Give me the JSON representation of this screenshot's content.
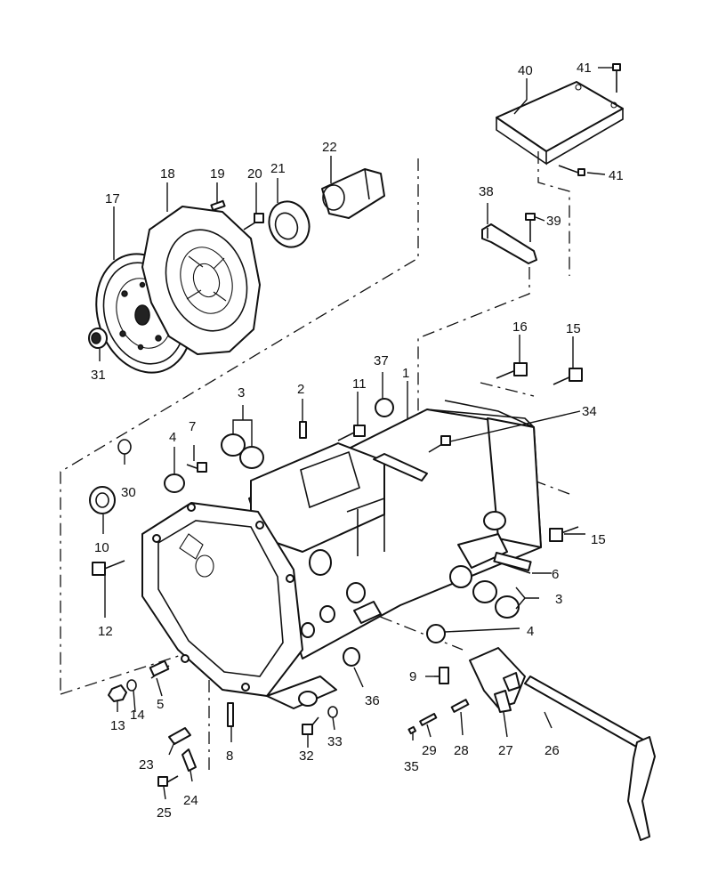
{
  "diagram": {
    "kind": "exploded parts view",
    "line_color": "#111111",
    "background": "#ffffff",
    "callouts": [
      "1",
      "2",
      "3",
      "3",
      "4",
      "4",
      "5",
      "6",
      "7",
      "8",
      "9",
      "10",
      "11",
      "12",
      "13",
      "14",
      "15",
      "15",
      "16",
      "17",
      "18",
      "19",
      "20",
      "21",
      "22",
      "23",
      "24",
      "25",
      "26",
      "27",
      "28",
      "29",
      "30",
      "31",
      "32",
      "33",
      "34",
      "35",
      "36",
      "37",
      "38",
      "39",
      "40",
      "41",
      "41"
    ]
  }
}
